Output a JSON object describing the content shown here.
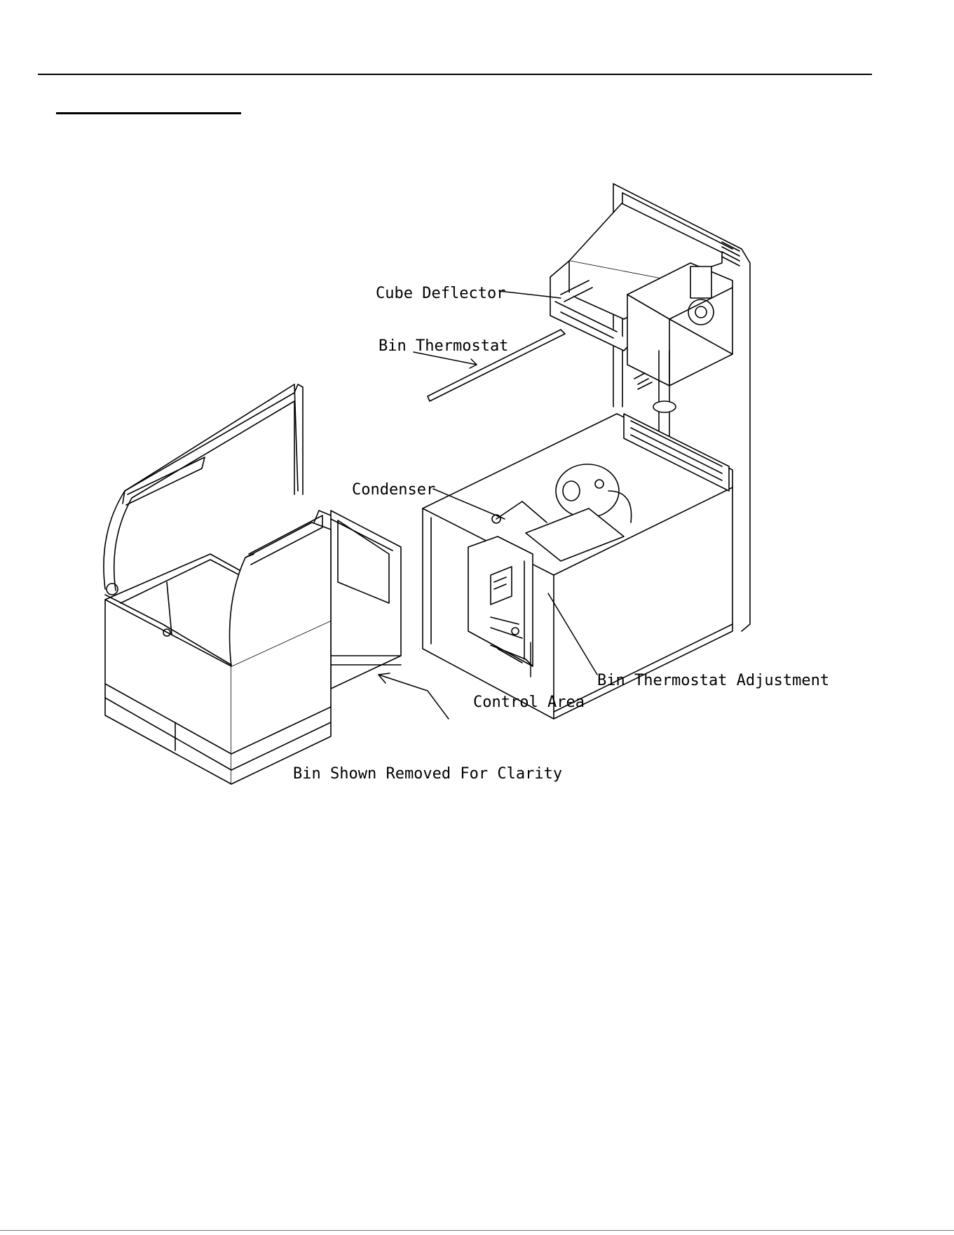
{
  "diagram": {
    "callouts": {
      "cube_deflector": "Cube Deflector",
      "bin_thermostat": "Bin Thermostat",
      "condenser": "Condenser",
      "bin_thermostat_adjustment": "Bin Thermostat Adjustment",
      "control_area": "Control Area",
      "bin_removed": "Bin Shown Removed For Clarity"
    }
  }
}
